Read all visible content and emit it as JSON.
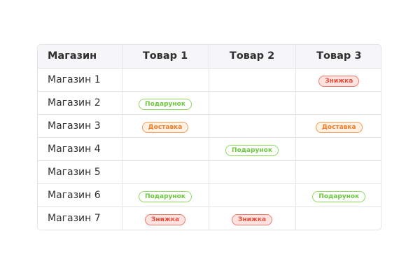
{
  "header": {
    "store": "Магазин",
    "products": [
      "Товар 1",
      "Товар 2",
      "Товар 3"
    ]
  },
  "rows": [
    {
      "store": "Магазин 1",
      "cells": [
        null,
        null,
        {
          "type": "discount",
          "label": "Знижка"
        }
      ]
    },
    {
      "store": "Магазин 2",
      "cells": [
        {
          "type": "gift",
          "label": "Подарунок"
        },
        null,
        null
      ]
    },
    {
      "store": "Магазин 3",
      "cells": [
        {
          "type": "delivery",
          "label": "Доставка"
        },
        null,
        {
          "type": "delivery",
          "label": "Доставка"
        }
      ]
    },
    {
      "store": "Магазин 4",
      "cells": [
        null,
        {
          "type": "gift",
          "label": "Подарунок"
        },
        null
      ]
    },
    {
      "store": "Магазин 5",
      "cells": [
        null,
        null,
        null
      ]
    },
    {
      "store": "Магазин 6",
      "cells": [
        {
          "type": "gift",
          "label": "Подарунок"
        },
        null,
        {
          "type": "gift",
          "label": "Подарунок"
        }
      ]
    },
    {
      "store": "Магазин 7",
      "cells": [
        {
          "type": "discount",
          "label": "Знижка"
        },
        {
          "type": "discount",
          "label": "Знижка"
        },
        null
      ]
    }
  ],
  "colors": {
    "gift": "#6cc93a",
    "delivery": "#f07b22",
    "discount": "#e84c3a",
    "border": "#e4e4e8",
    "header_bg": "#f6f6f8"
  }
}
